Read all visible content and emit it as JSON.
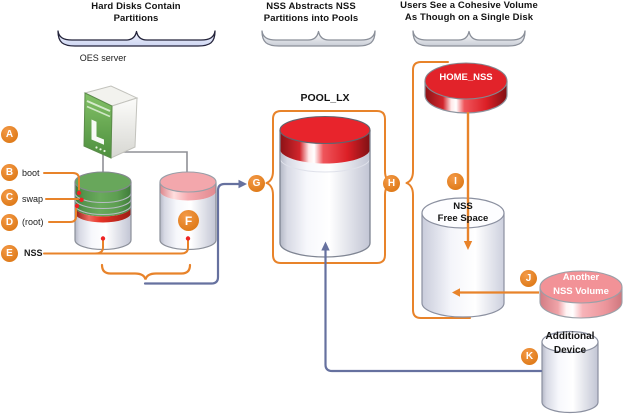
{
  "sections": {
    "disks": {
      "line1": "Hard Disks Contain",
      "line2": "Partitions"
    },
    "pools": {
      "line1": "NSS Abstracts NSS",
      "line2": "Partitions into Pools"
    },
    "volumes": {
      "line1": "Users See a Cohesive Volume",
      "line2": "As Though on a Single Disk"
    }
  },
  "server": {
    "label": "OES server"
  },
  "pool": {
    "label": "POOL_LX"
  },
  "partitions": {
    "boot": "boot",
    "swap": "swap",
    "root": "(root)",
    "nss": "NSS"
  },
  "volumes": {
    "home": "HOME_NSS",
    "free_space": {
      "line1": "NSS",
      "line2": "Free Space"
    },
    "another": {
      "line1": "Another",
      "line2": "NSS Volume"
    },
    "additional_device": {
      "line1": "Additional",
      "line2": "Device"
    }
  },
  "callouts": {
    "a": "A",
    "b": "B",
    "c": "C",
    "d": "D",
    "e": "E",
    "f": "F",
    "g": "G",
    "h": "H",
    "i": "I",
    "j": "J",
    "k": "K"
  },
  "colors": {
    "accent_orange": "#e8832a",
    "connector_blue": "#66719f",
    "volume_red": "#e2232a",
    "volume_pink": "#f29297",
    "partition_green": "#68a75b",
    "marker_red": "#ee2222"
  }
}
